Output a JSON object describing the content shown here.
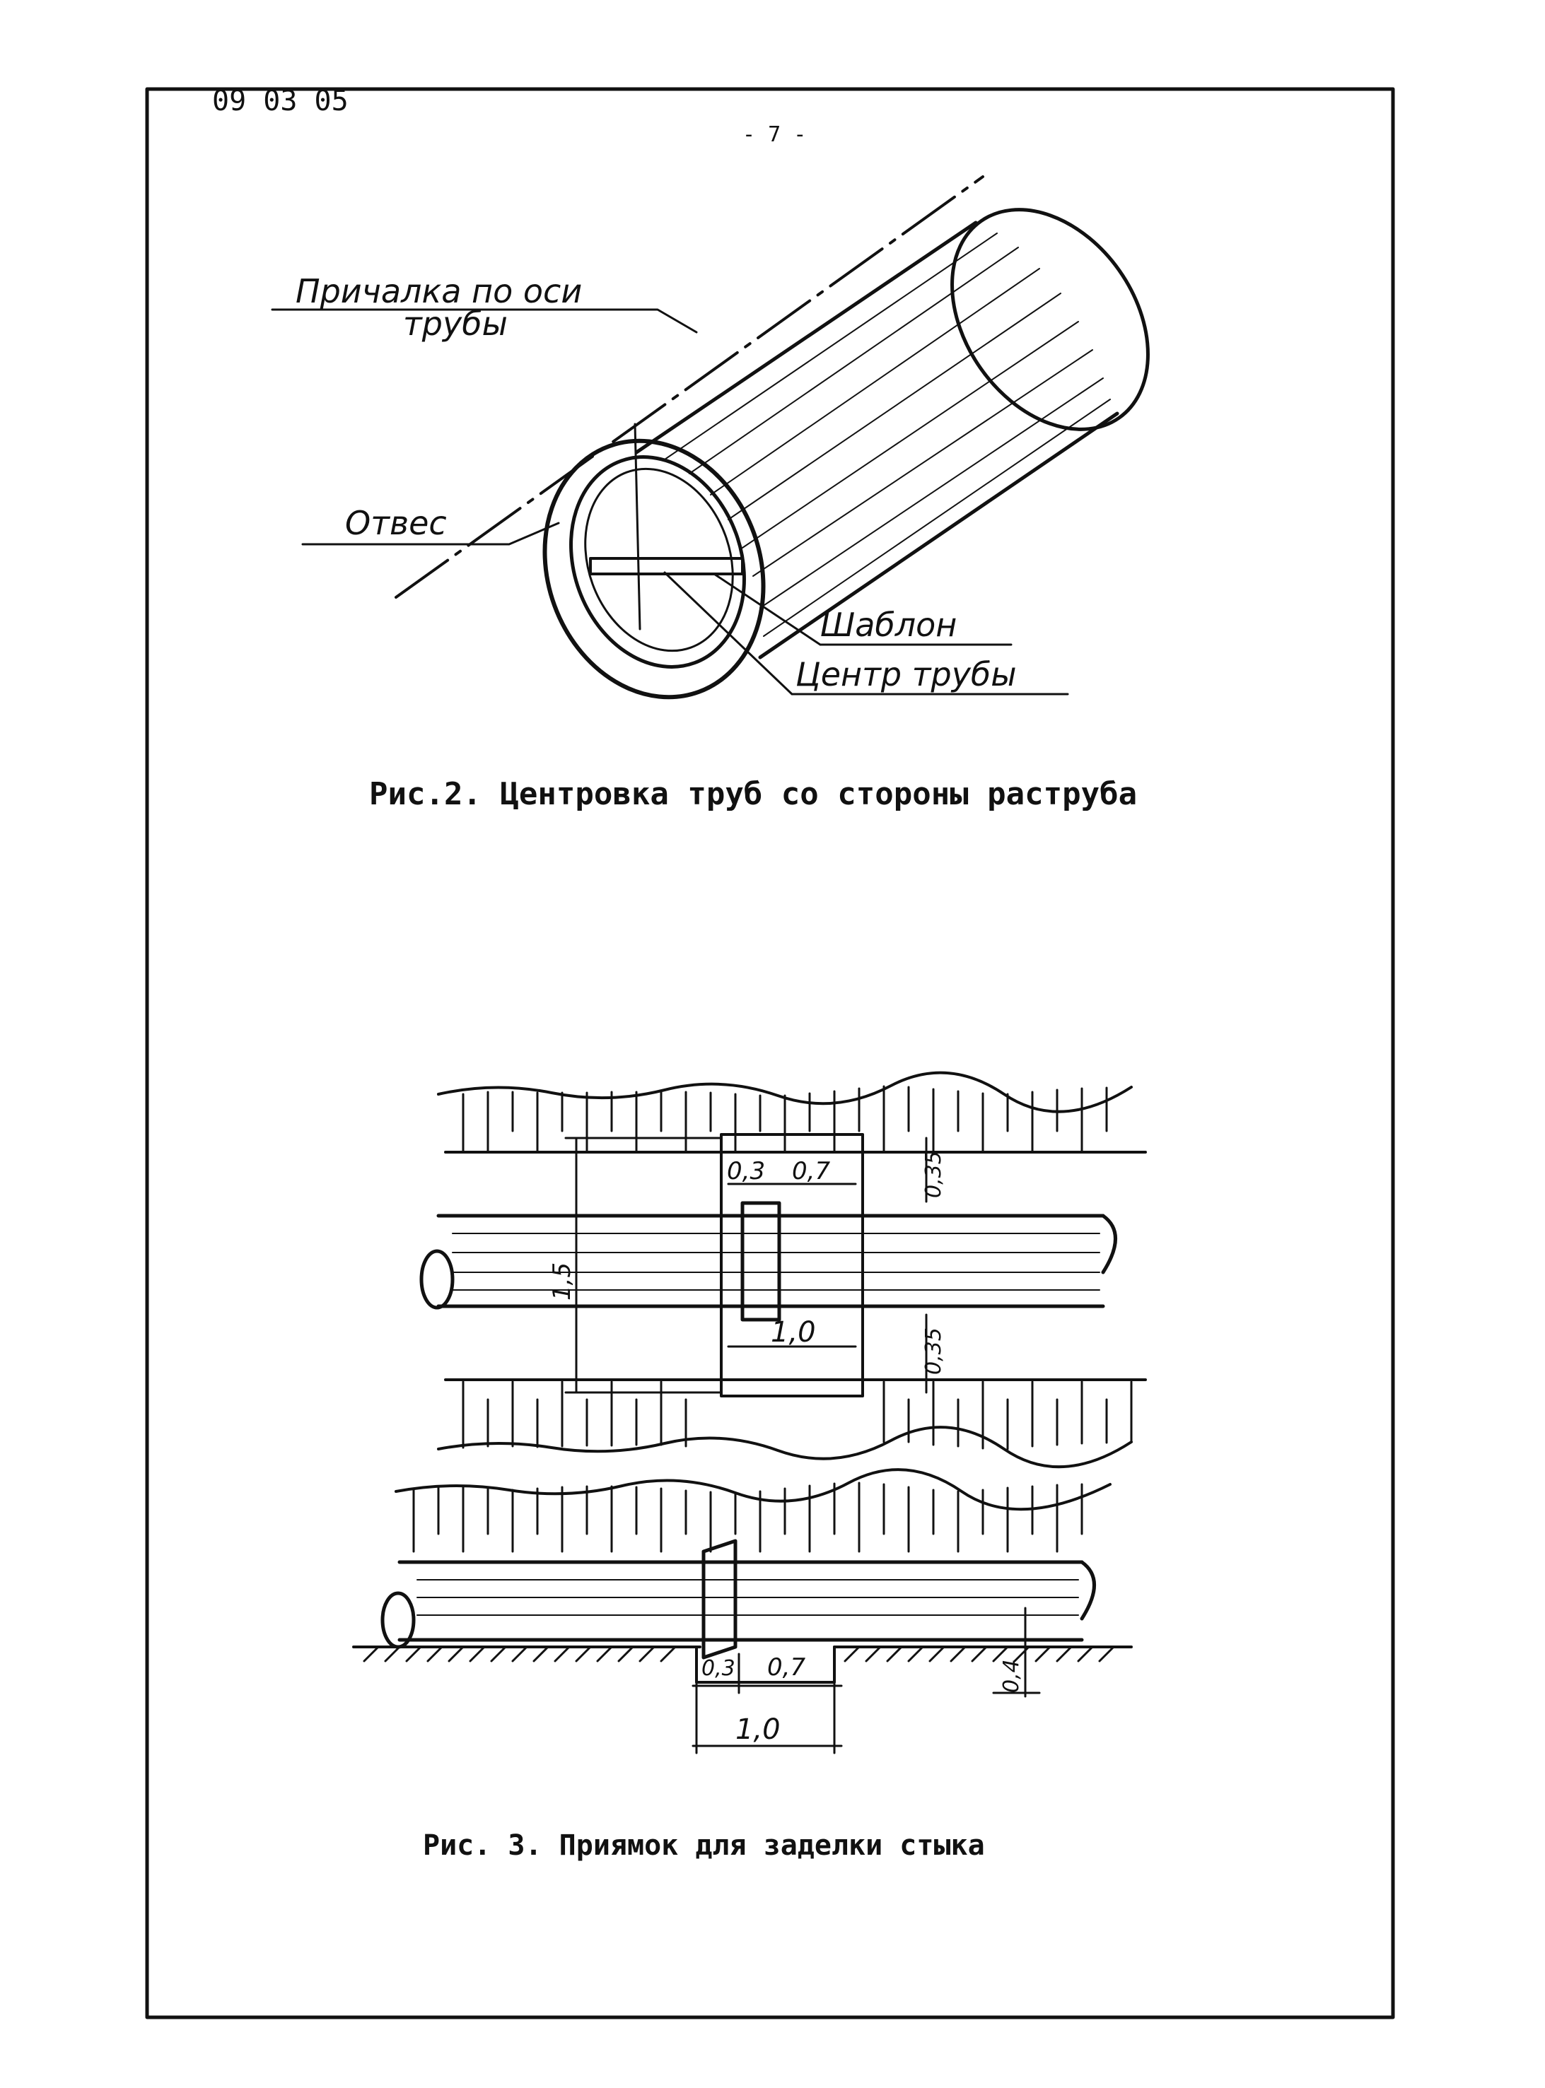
{
  "header": {
    "doc_code": "09 03 05",
    "doc_code_sub": "",
    "page_mark": "- 7 -"
  },
  "figure2": {
    "labels": {
      "prichalka_line1": "Причалка по оси",
      "prichalka_line2": "трубы",
      "otves": "Отвес",
      "shablon": "Шаблон",
      "centr": "Центр трубы"
    },
    "caption": "Рис.2. Центровка труб со стороны раструба"
  },
  "figure3": {
    "dims_top": {
      "a": "0,3",
      "b": "0,7",
      "total": "1,0",
      "height": "1,5",
      "upper": "0,35",
      "lower": "0,35"
    },
    "dims_bottom": {
      "a": "0,3",
      "b": "0,7",
      "total": "1,0",
      "depth": "0,4"
    },
    "caption": "Рис. 3. Приямок для заделки стыка"
  }
}
